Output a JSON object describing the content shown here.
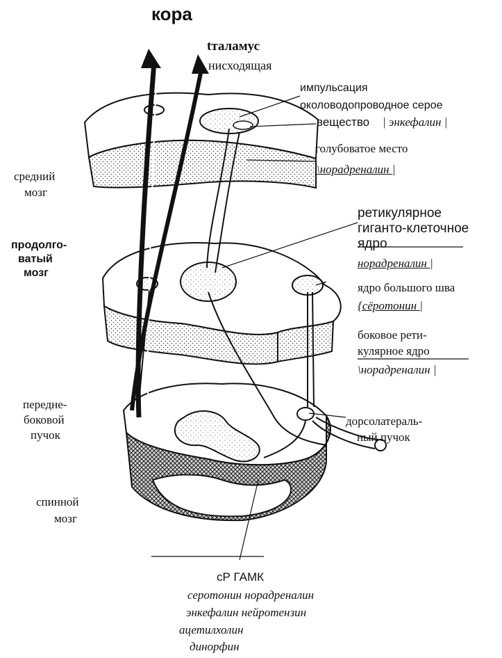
{
  "labels": {
    "kora": "кора",
    "talamus": "tталамус",
    "descending": "нисходящая",
    "impulse": "импульсация",
    "periaqueductal_1": "околоводопроводное серое",
    "periaqueductal_2": "вещество",
    "enkephalin_tag": "| энкефалин |",
    "locus_1": "голубоватое место",
    "locus_nt": "\\норадреналин |",
    "midbrain_1": "средний",
    "midbrain_2": "мозг",
    "medulla_1": "продолго-",
    "medulla_2": "ватый",
    "medulla_3": "мозг",
    "retic_1": "ретикулярное",
    "retic_2": "гиганто-клеточное",
    "retic_3": "ядро",
    "retic_nt": "норадреналин |",
    "raphe_1": "ядро большого шва",
    "raphe_nt": "{сёротонин |",
    "lateral_1": "боковое рети-",
    "lateral_2": "кулярное ядро",
    "lateral_nt": "\\норадреналин |",
    "anterolateral_1": "передне-",
    "anterolateral_2": "боковой",
    "anterolateral_3": "пучок",
    "dorsolateral_1": "дорсолатераль-",
    "dorsolateral_2": "ный пучок",
    "spinal_1": "спинной",
    "spinal_2": "мозг",
    "bottom_title": "сР ГАМК",
    "bottom_line1": "серотонин норадреналин",
    "bottom_line2": "энкефалин нейротензин",
    "bottom_line3": "ацетилхолин",
    "bottom_line4": "динорфин"
  }
}
